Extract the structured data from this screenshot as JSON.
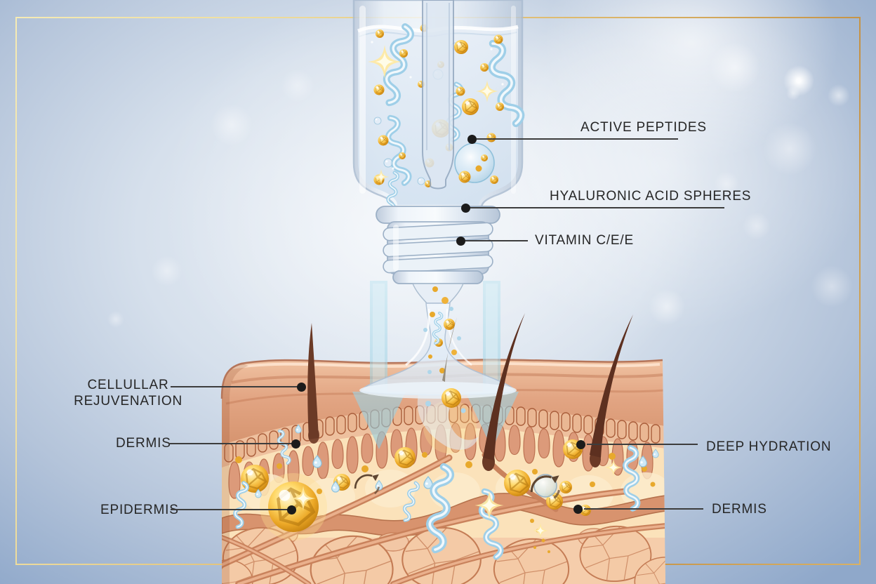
{
  "title": "Serum absorption skin diagram",
  "callouts": {
    "active_peptides": {
      "label": "ACTIVE PEPTIDES"
    },
    "hyaluronic_acid": {
      "label": "HYALURONIC ACID SPHERES"
    },
    "vitamin": {
      "label": "VITAMIN C/E/E"
    },
    "cellular_rejuvenation": {
      "line1": "CELLULLAR",
      "line2": "REJUVENATION"
    },
    "dermis_left": {
      "label": "DERMIS"
    },
    "epidermis": {
      "label": "EPIDERMIS"
    },
    "deep_hydration": {
      "label": "DEEP HYDRATION"
    },
    "dermis_right": {
      "label": "DERMIS"
    }
  },
  "illustration_parts": [
    "serum-bottle",
    "dropper-pipette",
    "serum-liquid",
    "gold-serum-spheres",
    "peptide-spirals",
    "sparkles",
    "bubbles",
    "serum-stream",
    "absorption-arrows",
    "skin-cross-section",
    "hair-shafts",
    "gold-frame"
  ],
  "colors": {
    "frame_gold": "#d9b366",
    "label_text": "#262626",
    "leader_line": "#3d3d3d",
    "background_blue": "#8fa8ca",
    "serum_gold": "#eaa826",
    "water_blue": "#a5d2e8",
    "skin_tone": "#e2a583"
  }
}
